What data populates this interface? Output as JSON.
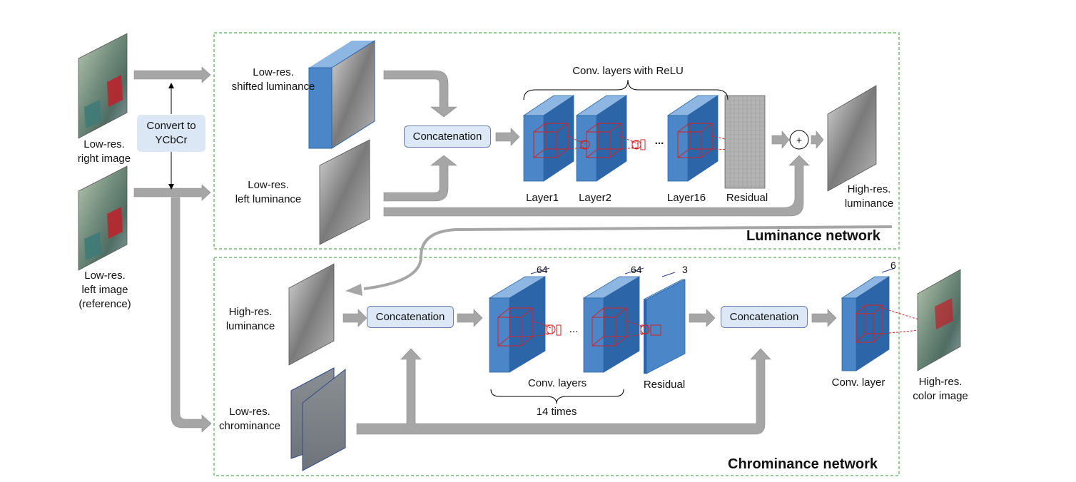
{
  "inputs": {
    "right_image": "Low-res.\nright image",
    "left_image": "Low-res.\nleft image\n(reference)",
    "convert": "Convert to\nYCbCr"
  },
  "luminance": {
    "section_title": "Luminance network",
    "shifted_luminance": "Low-res.\nshifted luminance",
    "left_luminance": "Low-res.\nleft luminance",
    "concat": "Concatenation",
    "conv_bracket": "Conv. layers with ReLU",
    "layers": [
      "Layer1",
      "Layer2",
      "Layer16"
    ],
    "ellipsis": "...",
    "residual": "Residual",
    "plus": "+",
    "output": "High-res.\nluminance"
  },
  "chrominance": {
    "section_title": "Chrominance network",
    "hr_luminance": "High-res.\nluminance",
    "lr_chrominance": "Low-res.\nchrominance",
    "concat1": "Concatenation",
    "concat2": "Concatenation",
    "ellipsis": "...",
    "depths": [
      "64",
      "64",
      "3",
      "6"
    ],
    "conv_layers": "Conv. layers",
    "repeat": "14 times",
    "residual": "Residual",
    "conv_layer": "Conv. layer",
    "output": "High-res.\ncolor image"
  },
  "colors": {
    "layer_front": "#4a86c8",
    "layer_top": "#8db6e2",
    "layer_side": "#2d66a8",
    "arrow": "#a6a6a6",
    "dashed_border": "#55b455",
    "kernel": "#d62020"
  }
}
